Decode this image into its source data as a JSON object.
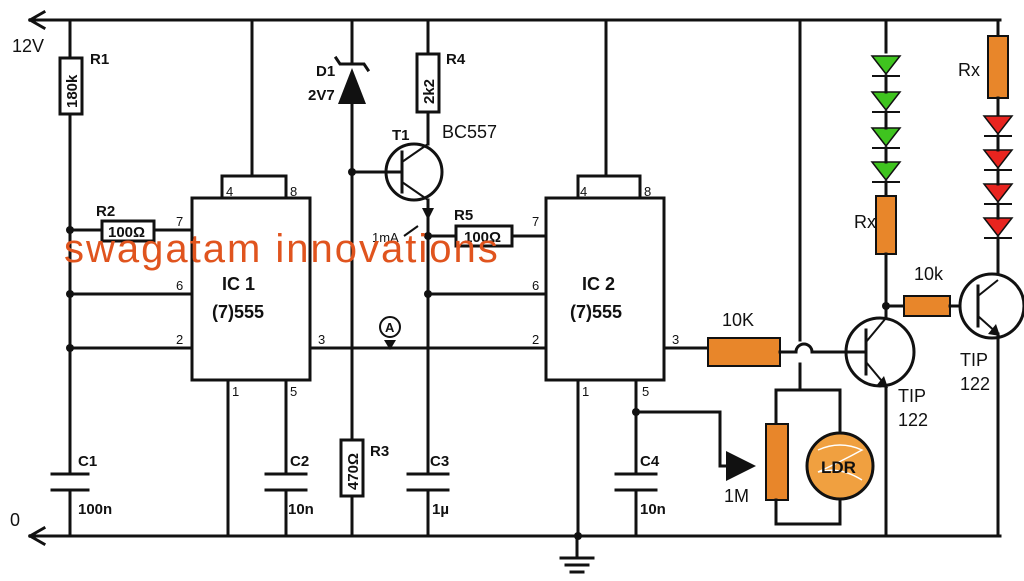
{
  "rails": {
    "supply": "12V",
    "ground": "0"
  },
  "watermark": "swagatam innovations",
  "components": {
    "r1": {
      "ref": "R1",
      "value": "180k"
    },
    "r2": {
      "ref": "R2",
      "value": "100Ω"
    },
    "r3": {
      "ref": "R3",
      "value": "470Ω"
    },
    "r4": {
      "ref": "R4",
      "value": "2k2"
    },
    "r5": {
      "ref": "R5",
      "value": "100Ω"
    },
    "d1": {
      "ref": "D1",
      "value": "2V7"
    },
    "t1": {
      "ref": "T1",
      "value": "BC557"
    },
    "c1": {
      "ref": "C1",
      "value": "100n"
    },
    "c2": {
      "ref": "C2",
      "value": "10n"
    },
    "c3": {
      "ref": "C3",
      "value": "1µ"
    },
    "c4": {
      "ref": "C4",
      "value": "10n"
    },
    "ic1": {
      "ref": "IC 1",
      "value": "(7)555"
    },
    "ic2": {
      "ref": "IC 2",
      "value": "(7)555"
    },
    "r_base1": {
      "value": "10K"
    },
    "r_base2": {
      "value": "10k"
    },
    "rx1": {
      "ref": "Rx"
    },
    "rx2": {
      "ref": "Rx"
    },
    "pot": {
      "value": "1M"
    },
    "ldr": {
      "ref": "LDR"
    },
    "q1": {
      "ref": "TIP",
      "value": "122"
    },
    "q2": {
      "ref": "TIP",
      "value": "122"
    }
  },
  "current_label": "1mA",
  "node_a": "A",
  "pins": {
    "p4": "4",
    "p8": "8",
    "p7": "7",
    "p6": "6",
    "p2": "2",
    "p3": "3",
    "p1": "1",
    "p5": "5"
  },
  "colors": {
    "resistor": "#e8862a",
    "green_led": "#3fc41f",
    "red_led": "#e8241f",
    "ldr": "#f0a040",
    "watermark": "#e0541e"
  }
}
